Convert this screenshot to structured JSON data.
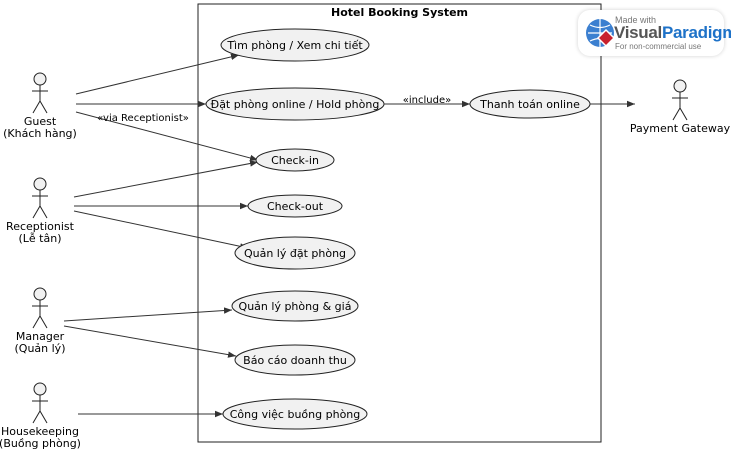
{
  "system": {
    "title": "Hotel Booking System"
  },
  "actors": [
    {
      "id": "guest",
      "name": "Guest",
      "subtitle": "(Khách hàng)"
    },
    {
      "id": "receptionist",
      "name": "Receptionist",
      "subtitle": "(Lễ tân)"
    },
    {
      "id": "manager",
      "name": "Manager",
      "subtitle": "(Quản lý)"
    },
    {
      "id": "housekeeping",
      "name": "Housekeeping",
      "subtitle": "(Buồng phòng)"
    },
    {
      "id": "payment",
      "name": "Payment Gateway",
      "subtitle": ""
    }
  ],
  "use_cases": [
    {
      "id": "search",
      "label": "Tìm phòng / Xem chi tiết"
    },
    {
      "id": "book",
      "label": "Đặt phòng online / Hold phòng"
    },
    {
      "id": "pay",
      "label": "Thanh toán online"
    },
    {
      "id": "checkin",
      "label": "Check-in"
    },
    {
      "id": "checkout",
      "label": "Check-out"
    },
    {
      "id": "manage_booking",
      "label": "Quản lý đặt phòng"
    },
    {
      "id": "manage_rooms",
      "label": "Quản lý phòng & giá"
    },
    {
      "id": "revenue",
      "label": "Báo cáo doanh thu"
    },
    {
      "id": "housework",
      "label": "Công việc buồng phòng"
    }
  ],
  "relations": [
    {
      "from": "guest",
      "to": "search",
      "label": ""
    },
    {
      "from": "guest",
      "to": "book",
      "label": ""
    },
    {
      "from": "guest",
      "to": "checkin",
      "label": "«via Receptionist»"
    },
    {
      "from": "book",
      "to": "pay",
      "label": "«include»"
    },
    {
      "from": "pay",
      "to": "payment",
      "label": ""
    },
    {
      "from": "receptionist",
      "to": "checkin",
      "label": ""
    },
    {
      "from": "receptionist",
      "to": "checkout",
      "label": ""
    },
    {
      "from": "receptionist",
      "to": "manage_booking",
      "label": ""
    },
    {
      "from": "manager",
      "to": "manage_rooms",
      "label": ""
    },
    {
      "from": "manager",
      "to": "revenue",
      "label": ""
    },
    {
      "from": "housekeeping",
      "to": "housework",
      "label": ""
    }
  ],
  "watermark": {
    "line1": "Made with",
    "brand_part1": "Visual",
    "brand_part2": "Paradigm",
    "line3": "For non-commercial use",
    "accent_color": "#1e72c8",
    "logo_color": "#c8202d"
  }
}
